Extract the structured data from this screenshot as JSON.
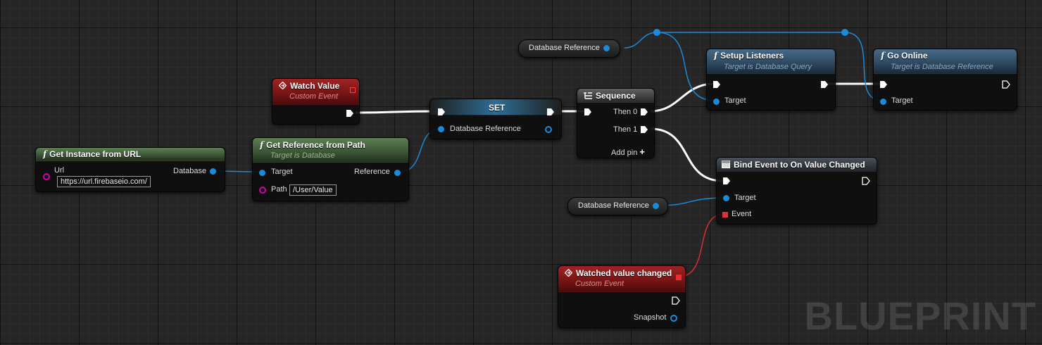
{
  "watermark": "BLUEPRINT",
  "colors": {
    "background": "#262626",
    "exec_wire": "#ffffff",
    "object_pin": "#1b8bd9",
    "string_pin": "#d400a8",
    "delegate_pin": "#e53030",
    "function_header": "#3d5837",
    "target_function_header": "#2f4b63",
    "event_header": "#7a1515"
  },
  "nodes": {
    "get_instance": {
      "icon": "function-icon",
      "title": "Get Instance from URL",
      "url_label": "Url",
      "url_value": "https://url.firebaseio.com/",
      "database_label": "Database"
    },
    "get_reference": {
      "icon": "function-icon",
      "title": "Get Reference from Path",
      "subtitle": "Target is Database",
      "target_label": "Target",
      "reference_label": "Reference",
      "path_label": "Path",
      "path_value": "/User/Value"
    },
    "watch_value": {
      "icon": "event-icon",
      "title": "Watch Value",
      "subtitle": "Custom Event"
    },
    "set": {
      "title": "SET",
      "database_reference_label": "Database Reference"
    },
    "sequence": {
      "icon": "sequence-icon",
      "title": "Sequence",
      "then0": "Then 0",
      "then1": "Then 1",
      "add_pin": "Add pin",
      "add_pin_icon": "plus-icon"
    },
    "setup_listeners": {
      "icon": "function-icon",
      "title": "Setup Listeners",
      "subtitle": "Target is Database Query",
      "target_label": "Target"
    },
    "go_online": {
      "icon": "function-icon",
      "title": "Go Online",
      "subtitle": "Target is Database Reference",
      "target_label": "Target"
    },
    "bind_event": {
      "icon": "bind-event-icon",
      "title": "Bind Event to On Value Changed",
      "target_label": "Target",
      "event_label": "Event"
    },
    "watched_value_changed": {
      "icon": "event-icon",
      "title": "Watched value changed",
      "subtitle": "Custom Event",
      "snapshot_label": "Snapshot"
    },
    "var_top": {
      "label": "Database Reference"
    },
    "var_bottom": {
      "label": "Database Reference"
    }
  }
}
